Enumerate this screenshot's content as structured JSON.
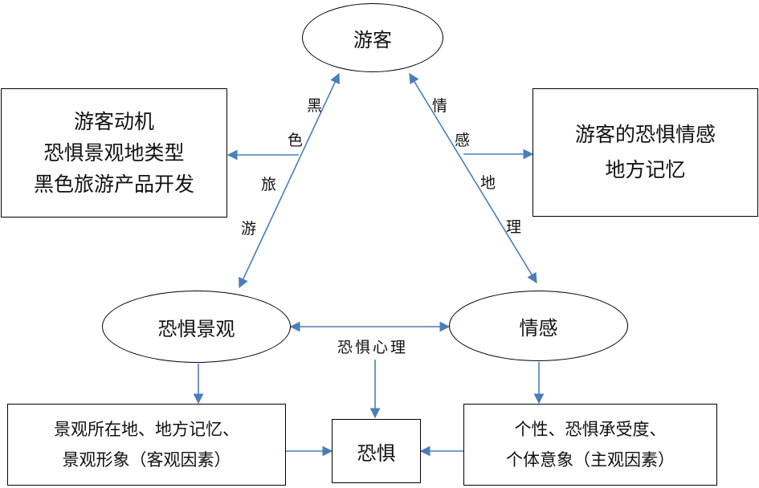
{
  "nodes": {
    "tourist": "游客",
    "fear_landscape": "恐惧景观",
    "emotion": "情感",
    "fear": "恐惧"
  },
  "boxes": {
    "top_left": [
      "游客动机",
      "恐惧景观地类型",
      "黑色旅游产品开发"
    ],
    "top_right": [
      "游客的恐惧情感",
      "地方记忆"
    ],
    "bottom_left": [
      "景观所在地、地方记忆、",
      "景观形象（客观因素）"
    ],
    "bottom_right": [
      "个性、恐惧承受度、",
      "个体意象（主观因素）"
    ]
  },
  "edge_labels": {
    "dark_tourism": [
      "黑",
      "色",
      "旅",
      "游"
    ],
    "emotional_geography": [
      "情",
      "感",
      "地",
      "理"
    ],
    "fear_psychology": "恐惧心理"
  },
  "colors": {
    "arrow": "#4a7ebb"
  }
}
